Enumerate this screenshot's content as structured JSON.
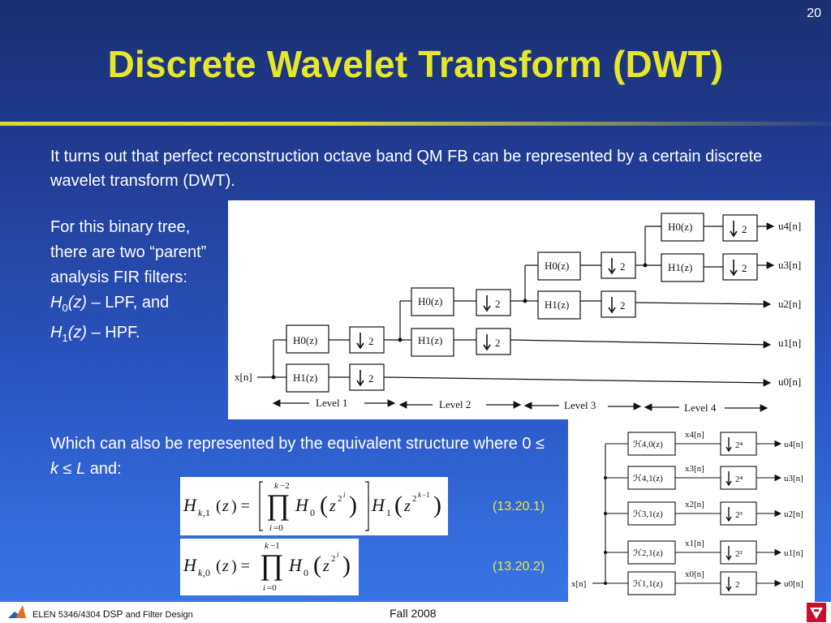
{
  "slide_number": "20",
  "title": "Discrete Wavelet Transform (DWT)",
  "intro": "It turns out that perfect reconstruction octave band QM FB can be represented by a certain discrete wavelet transform (DWT).",
  "side": {
    "line1": "For this binary tree, there are two “parent” analysis FIR filters:",
    "h0": "H",
    "h0_sub": "0",
    "h0_arg": "(z)",
    "h0_desc": " – LPF, and",
    "h1": "H",
    "h1_sub": "1",
    "h1_arg": "(z)",
    "h1_desc": " – HPF."
  },
  "which": {
    "part1": "Which can also be represented by the equivalent structure where 0 ≤ ",
    "k": "k",
    "le": " ≤ ",
    "L": "L",
    "part2": " and:"
  },
  "top_diagram": {
    "input_label": "x[n]",
    "filter_h0": "H0(z)",
    "filter_h1": "H1(z)",
    "downsample": "2",
    "outputs": [
      "u4[n]",
      "u3[n]",
      "u2[n]",
      "u1[n]",
      "u0[n]"
    ],
    "levels": [
      "Level  1",
      "Level  2",
      "Level  3",
      "Level  4"
    ]
  },
  "bottom_diagram": {
    "input_label": "x[n]",
    "filters": [
      "ℋ4,0(z)",
      "ℋ4,1(z)",
      "ℋ3,1(z)",
      "ℋ2,1(z)",
      "ℋ1,1(z)"
    ],
    "x_labels": [
      "x4[n]",
      "x3[n]",
      "x2[n]",
      "x1[n]",
      "x0[n]"
    ],
    "down_factors": [
      "2⁴",
      "2⁴",
      "2³",
      "2²",
      "2"
    ],
    "outputs": [
      "u4[n]",
      "u3[n]",
      "u2[n]",
      "u1[n]",
      "u0[n]"
    ]
  },
  "equations": {
    "eq1_number": "(13.20.1)",
    "eq2_number": "(13.20.2)"
  },
  "footer": {
    "course": "ELEN 5346/4304 ",
    "dsp": "DSP",
    "rest": " and Filter Design",
    "term": "Fall 2008"
  },
  "colors": {
    "title": "#e6e62a",
    "accent_rule": "#d8d838",
    "equation_number": "#e8e83a"
  }
}
